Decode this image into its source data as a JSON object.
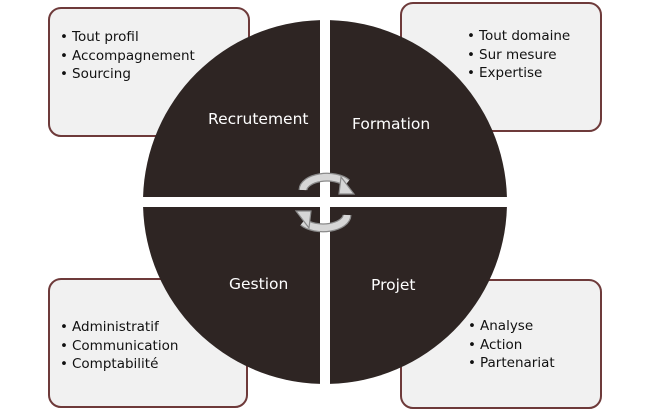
{
  "quadrants": [
    {
      "id": "tl",
      "label": "Recrutement",
      "items": [
        "Tout profil",
        "Accompagnement",
        "Sourcing"
      ]
    },
    {
      "id": "tr",
      "label": "Formation",
      "items": [
        "Tout domaine",
        "Sur mesure",
        "Expertise"
      ]
    },
    {
      "id": "bl",
      "label": "Gestion",
      "items": [
        "Administratif",
        "Communication",
        "Comptabilité"
      ]
    },
    {
      "id": "br",
      "label": "Projet",
      "items": [
        "Analyse",
        "Action",
        "Partenariat"
      ]
    }
  ],
  "colors": {
    "wheel": "#2e2523",
    "box_border": "#6e3a3a",
    "box_fill": "#f1f1f1",
    "arrows": "#d6d6d6"
  },
  "center_icon": "cycle-arrows-icon"
}
